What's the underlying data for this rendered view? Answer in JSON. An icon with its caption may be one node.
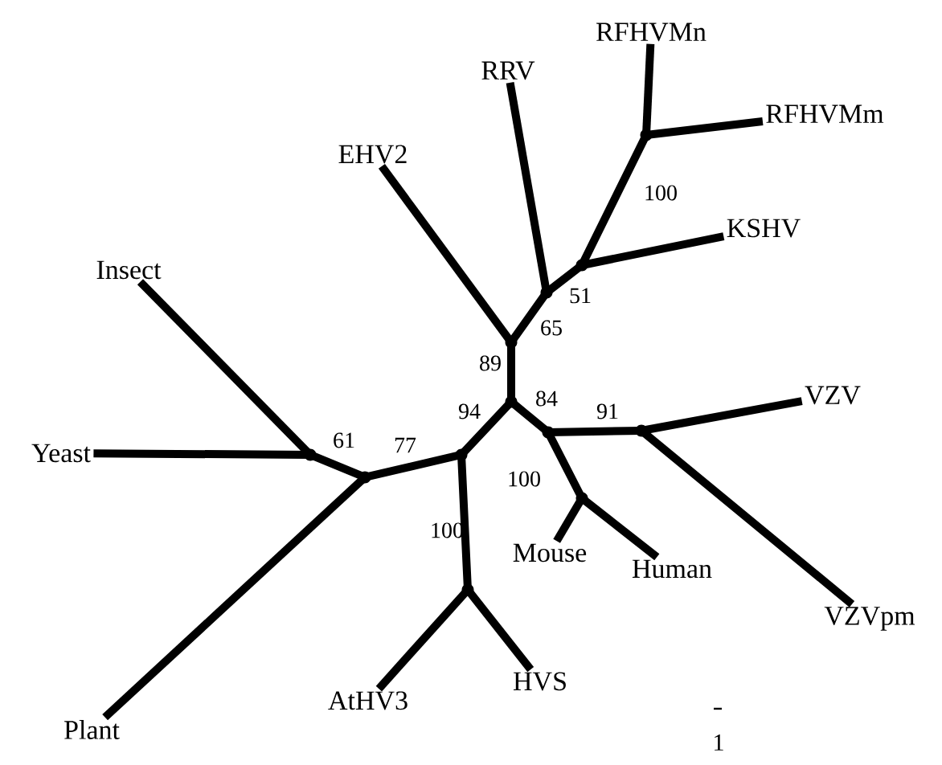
{
  "diagram": {
    "nodes": [
      {
        "text": [
          "RFHVMn"
        ]
      },
      {
        "text": [
          "RFHVMm"
        ]
      },
      {
        "text": [
          "RRV"
        ]
      },
      {
        "text": [
          "EHV2"
        ]
      },
      {
        "text": [
          "KSHV"
        ]
      },
      {
        "text": [
          "Insect"
        ]
      },
      {
        "text": [
          "Yeast"
        ]
      },
      {
        "text": [
          "VZV"
        ]
      },
      {
        "text": [
          "Plant"
        ]
      },
      {
        "text": [
          "AtHV3"
        ]
      },
      {
        "text": [
          "HVS"
        ]
      },
      {
        "text": [
          "Mouse"
        ]
      },
      {
        "text": [
          "Human"
        ]
      },
      {
        "text": [
          "VZVpm"
        ]
      },
      {
        "text": [],
        "shape": "point"
      },
      {
        "text": [],
        "shape": "point"
      },
      {
        "text": [],
        "shape": "point"
      },
      {
        "text": [],
        "shape": "point"
      },
      {
        "text": [],
        "shape": "point"
      },
      {
        "text": [],
        "shape": "point"
      },
      {
        "text": [],
        "shape": "point"
      },
      {
        "text": [],
        "shape": "point"
      },
      {
        "text": [],
        "shape": "point"
      },
      {
        "text": [],
        "shape": "point"
      },
      {
        "text": [],
        "shape": "point"
      },
      {
        "text": [],
        "shape": "point"
      }
    ],
    "edges": [
      {
        "from": 14,
        "to": 0,
        "arrow": "none"
      },
      {
        "from": 14,
        "to": 1,
        "arrow": "none"
      },
      {
        "from": 15,
        "to": 14,
        "arrow": "none"
      },
      {
        "from": 15,
        "to": 4,
        "arrow": "none"
      },
      {
        "from": 16,
        "to": 2,
        "arrow": "none"
      },
      {
        "from": 16,
        "to": 15,
        "arrow": "none"
      },
      {
        "from": 17,
        "to": 3,
        "arrow": "none"
      },
      {
        "from": 17,
        "to": 16,
        "arrow": "none"
      },
      {
        "from": 18,
        "to": 17,
        "arrow": "none"
      },
      {
        "from": 18,
        "to": 19,
        "arrow": "none"
      },
      {
        "from": 18,
        "to": 22,
        "arrow": "none"
      },
      {
        "from": 19,
        "to": 20,
        "arrow": "none"
      },
      {
        "from": 20,
        "to": 7,
        "arrow": "none"
      },
      {
        "from": 20,
        "to": 13,
        "arrow": "none"
      },
      {
        "from": 19,
        "to": 21,
        "arrow": "none"
      },
      {
        "from": 21,
        "to": 11,
        "arrow": "none"
      },
      {
        "from": 21,
        "to": 12,
        "arrow": "none"
      },
      {
        "from": 22,
        "to": 23,
        "arrow": "none"
      },
      {
        "from": 23,
        "to": 9,
        "arrow": "none"
      },
      {
        "from": 23,
        "to": 10,
        "arrow": "none"
      },
      {
        "from": 22,
        "to": 24,
        "arrow": "none"
      },
      {
        "from": 24,
        "to": 25,
        "arrow": "none"
      },
      {
        "from": 25,
        "to": 5,
        "arrow": "none"
      },
      {
        "from": 25,
        "to": 6,
        "arrow": "none"
      },
      {
        "from": 24,
        "to": 8,
        "arrow": "none"
      }
    ],
    "labels": [
      "100",
      "51",
      "65",
      "89",
      "84",
      "91",
      "61",
      "77",
      "94",
      "100",
      "100",
      "1"
    ]
  }
}
